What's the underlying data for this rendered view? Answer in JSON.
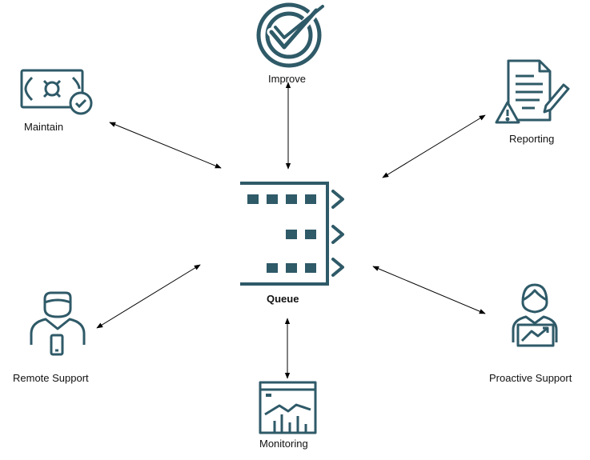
{
  "colors": {
    "icon": "#2f5a68",
    "arrow": "#000000",
    "text": "#111111"
  },
  "center": {
    "label": "Queue",
    "icon": "queue-icon"
  },
  "nodes": [
    {
      "key": "improve",
      "label": "Improve",
      "icon": "check-badge-icon"
    },
    {
      "key": "maintain",
      "label": "Maintain",
      "icon": "banknote-check-icon"
    },
    {
      "key": "reporting",
      "label": "Reporting",
      "icon": "report-warning-icon"
    },
    {
      "key": "remote",
      "label": "Remote Support",
      "icon": "person-phone-icon"
    },
    {
      "key": "proactive",
      "label": "Proactive Support",
      "icon": "person-chart-icon"
    },
    {
      "key": "monitoring",
      "label": "Monitoring",
      "icon": "dashboard-chart-icon"
    }
  ]
}
